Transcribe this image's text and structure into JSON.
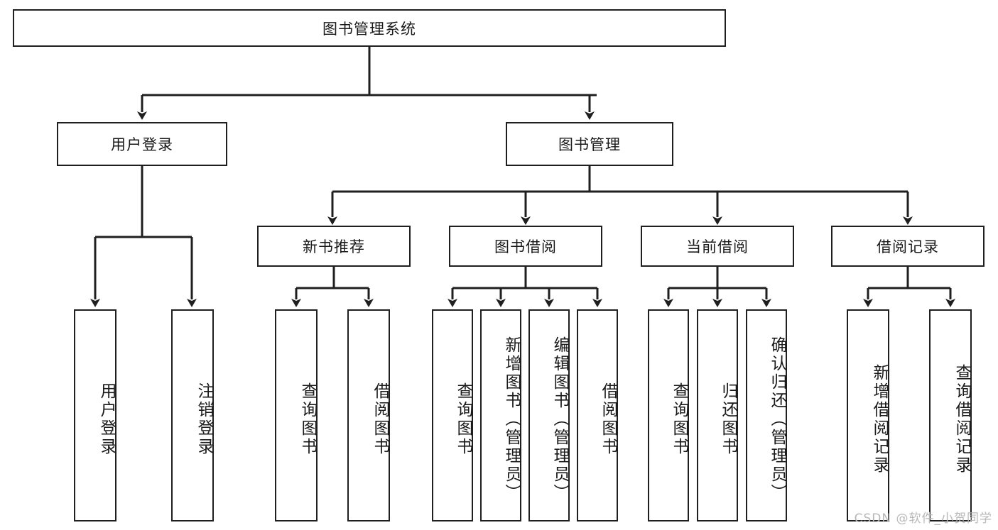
{
  "diagram": {
    "title": "图书管理系统",
    "type": "tree",
    "root": {
      "label": "图书管理系统"
    },
    "level2": [
      {
        "label": "用户登录"
      },
      {
        "label": "图书管理"
      }
    ],
    "level3": [
      {
        "label": "新书推荐"
      },
      {
        "label": "图书借阅"
      },
      {
        "label": "当前借阅"
      },
      {
        "label": "借阅记录"
      }
    ],
    "leaves": {
      "user_login": [
        {
          "label": "用户登录"
        },
        {
          "label": "注销登录"
        }
      ],
      "new_book_recommend": [
        {
          "label": "查询图书"
        },
        {
          "label": "借阅图书"
        }
      ],
      "book_borrow": [
        {
          "label": "查询图书"
        },
        {
          "label": "新增图书（管理员）"
        },
        {
          "label": "编辑图书（管理员）"
        },
        {
          "label": "借阅图书"
        }
      ],
      "current_borrow": [
        {
          "label": "查询图书"
        },
        {
          "label": "归还图书"
        },
        {
          "label": "确认归还（管理员）"
        }
      ],
      "borrow_record": [
        {
          "label": "新增借阅记录"
        },
        {
          "label": "查询借阅记录"
        }
      ]
    }
  },
  "watermark": {
    "text": "CSDN @软件_小贺同学"
  },
  "colors": {
    "stroke": "#1f1f1f",
    "fill": "#ffffff",
    "text": "#1a1a1a",
    "watermark": "#b8b8b8"
  }
}
